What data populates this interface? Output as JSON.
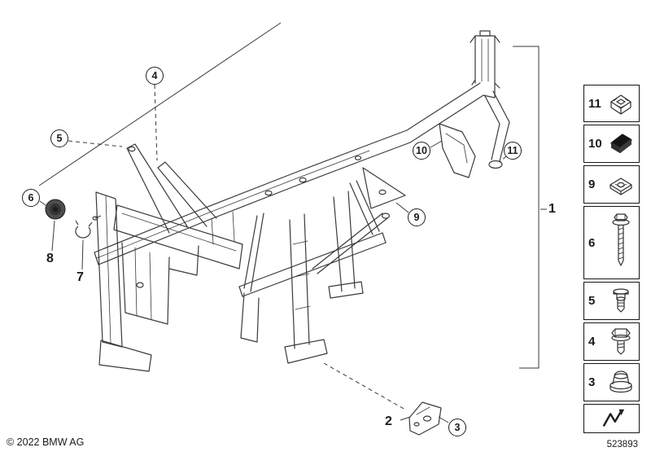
{
  "diagram": {
    "copyright": "© 2022 BMW AG",
    "number": "523893",
    "line_color": "#3a3a3a",
    "foam_color": "#141414"
  },
  "callouts": [
    {
      "label": "4",
      "circled": true
    },
    {
      "label": "5",
      "circled": true
    },
    {
      "label": "6",
      "circled": true
    },
    {
      "label": "7",
      "circled": false
    },
    {
      "label": "8",
      "circled": false
    },
    {
      "label": "9",
      "circled": true
    },
    {
      "label": "10",
      "circled": true
    },
    {
      "label": "11",
      "circled": true
    },
    {
      "label": "1",
      "circled": false
    },
    {
      "label": "2",
      "circled": false
    },
    {
      "label": "3",
      "circled": true
    }
  ],
  "legend": {
    "items": [
      {
        "number": "11",
        "icon": "cage-nut-icon"
      },
      {
        "number": "10",
        "icon": "foam-pad-icon"
      },
      {
        "number": "9",
        "icon": "clip-nut-icon"
      },
      {
        "number": "6",
        "icon": "flange-screw-icon"
      },
      {
        "number": "5",
        "icon": "expansion-rivet-icon"
      },
      {
        "number": "4",
        "icon": "hex-flange-screw-icon"
      },
      {
        "number": "3",
        "icon": "grommet-nut-icon"
      },
      {
        "number": "",
        "icon": "cross-reference-arrow-icon"
      }
    ]
  }
}
